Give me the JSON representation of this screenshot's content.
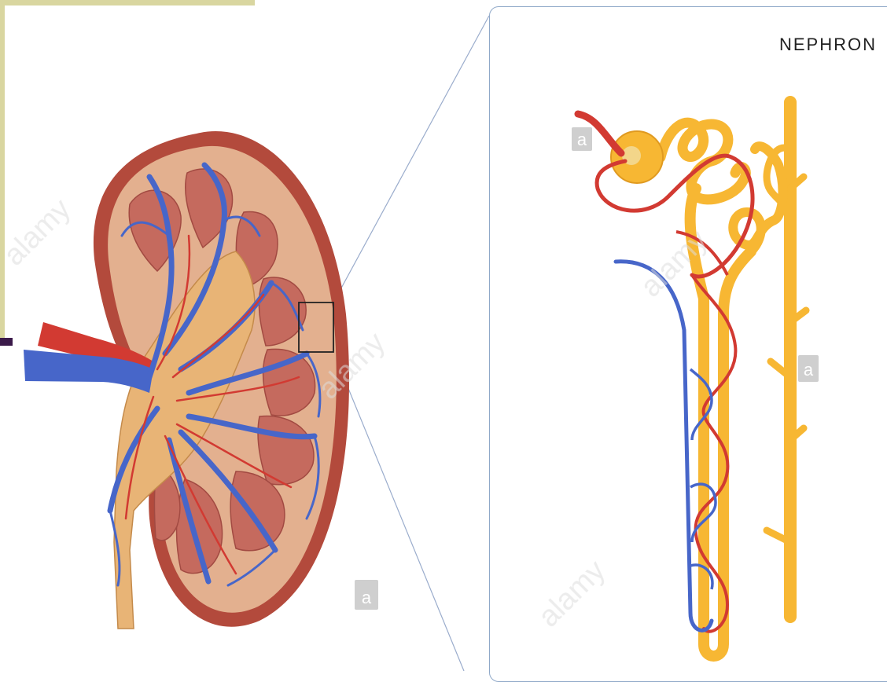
{
  "diagram": {
    "title": "NEPHRON",
    "watermark_letter": "a",
    "watermark_brand": "alamy"
  },
  "colors": {
    "kidney_outer": "#b34a3c",
    "kidney_cortex": "#e3b08f",
    "pyramid": "#c56a5e",
    "vein": "#4766c9",
    "artery": "#d23a32",
    "tubule": "#f7b733",
    "pelvis": "#e8b476",
    "frame": "#d9d6a0"
  }
}
